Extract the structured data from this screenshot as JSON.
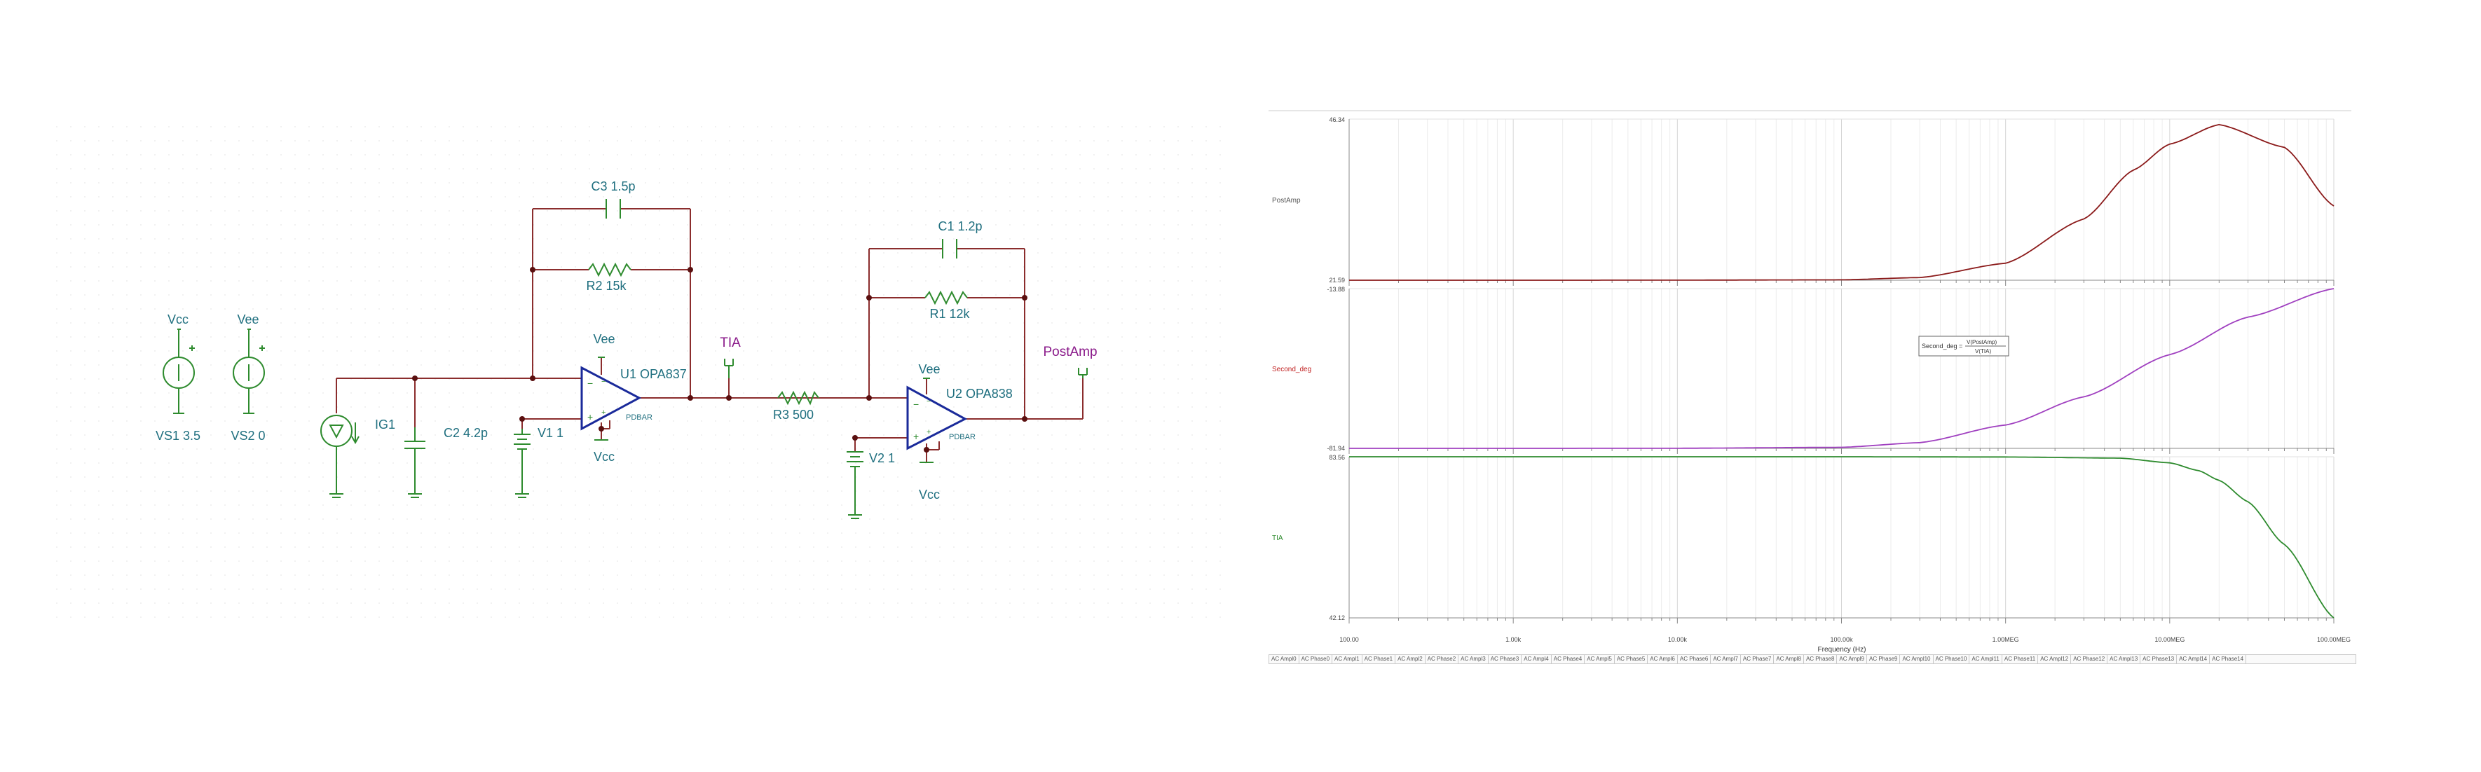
{
  "schematic": {
    "vs1": {
      "node": "Vcc",
      "label": "VS1 3.5"
    },
    "vs2": {
      "node": "Vee",
      "label": "VS2 0"
    },
    "ig1": {
      "label": "IG1"
    },
    "c2": {
      "label": "C2 4.2p"
    },
    "v1": {
      "label": "V1 1"
    },
    "c3": {
      "label": "C3 1.5p"
    },
    "r2": {
      "label": "R2 15k"
    },
    "u1": {
      "label": "U1 OPA837",
      "top": "Vee",
      "bottom": "Vcc",
      "pd": "PDBAR"
    },
    "tia": {
      "label": "TIA"
    },
    "r3": {
      "label": "R3 500"
    },
    "c1": {
      "label": "C1 1.2p"
    },
    "r1": {
      "label": "R1 12k"
    },
    "u2": {
      "label": "U2 OPA838",
      "top": "Vee",
      "bottom": "Vcc",
      "pd": "PDBAR"
    },
    "v2": {
      "label": "V2 1"
    },
    "postamp": {
      "label": "PostAmp"
    },
    "colors": {
      "wire": "#8b2d2d",
      "part": "#2e8b2e",
      "label": "#1f6f7f",
      "opamp": "#1a2a9a",
      "probe": "#8a1a8a"
    }
  },
  "plot": {
    "panels": [
      {
        "name": "PostAmp",
        "ymax": "46.34",
        "ymin": "21.59",
        "color": "#8b1a1a",
        "label_color": "#555555"
      },
      {
        "name": "Second_deg",
        "ymax": "-13.88",
        "ymin": "-81.94",
        "color": "#a040c0",
        "label_color": "#c02020"
      },
      {
        "name": "TIA",
        "ymax": "83.56",
        "ymin": "42.12",
        "color": "#2e8b2e",
        "label_color": "#2e8b2e"
      }
    ],
    "formula": {
      "lhs": "Second_deg =",
      "num": "V(PostAmp)",
      "den": "V(TIA)"
    },
    "xticks": [
      "100.00",
      "1.00k",
      "10.00k",
      "100.00k",
      "1.00MEG",
      "10.00MEG",
      "100.00MEG"
    ],
    "xlabel": "Frequency (Hz)",
    "tabs": [
      "AC Ampl0",
      "AC Phase0",
      "AC Ampl1",
      "AC Phase1",
      "AC Ampl2",
      "AC Phase2",
      "AC Ampl3",
      "AC Phase3",
      "AC Ampl4",
      "AC Phase4",
      "AC Ampl5",
      "AC Phase5",
      "AC Ampl6",
      "AC Phase6",
      "AC Ampl7",
      "AC Phase7",
      "AC Ampl8",
      "AC Phase8",
      "AC Ampl9",
      "AC Phase9",
      "AC Ampl10",
      "AC Phase10",
      "AC Ampl11",
      "AC Phase11",
      "AC Ampl12",
      "AC Phase12",
      "AC Ampl13",
      "AC Phase13",
      "AC Ampl14",
      "AC Phase14"
    ],
    "chart_data": {
      "type": "line",
      "x_scale": "log",
      "xlim": [
        100,
        100000000
      ],
      "series": [
        {
          "name": "PostAmp",
          "ylim": [
            21.59,
            46.34
          ],
          "x": [
            100,
            1000,
            10000,
            100000,
            300000,
            1000000,
            3000000,
            6000000,
            10000000,
            20000000,
            50000000,
            100000000
          ],
          "y": [
            21.59,
            21.59,
            21.6,
            21.65,
            22.0,
            24.2,
            31.0,
            38.5,
            42.5,
            45.5,
            42.0,
            33.0
          ]
        },
        {
          "name": "Second_deg",
          "ylim": [
            -81.94,
            -13.88
          ],
          "x": [
            100,
            1000,
            10000,
            100000,
            300000,
            1000000,
            3000000,
            10000000,
            30000000,
            100000000
          ],
          "y": [
            -81.94,
            -81.94,
            -81.9,
            -81.5,
            -79.5,
            -72.0,
            -60.0,
            -42.0,
            -26.0,
            -13.88
          ]
        },
        {
          "name": "TIA",
          "ylim": [
            42.12,
            83.56
          ],
          "x": [
            100,
            1000,
            10000,
            100000,
            1000000,
            5000000,
            10000000,
            15000000,
            20000000,
            30000000,
            50000000,
            100000000
          ],
          "y": [
            83.56,
            83.56,
            83.56,
            83.56,
            83.5,
            83.2,
            82.0,
            80.0,
            77.5,
            72.0,
            61.0,
            42.12
          ]
        }
      ]
    }
  }
}
